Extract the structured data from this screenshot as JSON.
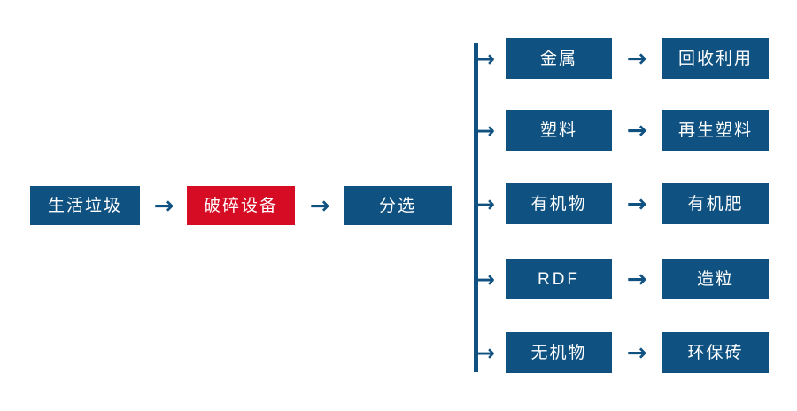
{
  "diagram": {
    "title": "",
    "type": "process-flowchart",
    "colors": {
      "primary_blue": "#0F5180",
      "highlight_red": "#D60C24",
      "text": "#FFFFFF",
      "background": "#FFFFFF"
    },
    "arrow_glyph": "→",
    "main_flow": [
      {
        "label": "生活垃圾",
        "color": "blue"
      },
      {
        "label": "破碎设备",
        "color": "red"
      },
      {
        "label": "分选",
        "color": "blue"
      }
    ],
    "branches": [
      {
        "material": "金属",
        "product": "回收利用"
      },
      {
        "material": "塑料",
        "product": "再生塑料"
      },
      {
        "material": "有机物",
        "product": "有机肥"
      },
      {
        "material": "RDF",
        "product": "造粒"
      },
      {
        "material": "无机物",
        "product": "环保砖"
      }
    ]
  }
}
